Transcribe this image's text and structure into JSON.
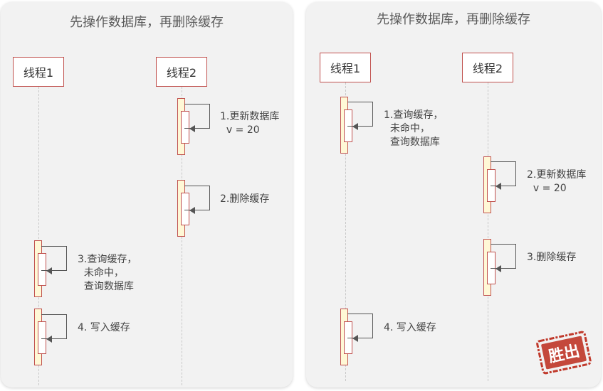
{
  "left": {
    "title": "先操作数据库，再删除缓存",
    "thread1": "线程1",
    "thread2": "线程2",
    "steps": [
      {
        "line1": "1.更新数据库",
        "line2": "  v = 20",
        "line3": ""
      },
      {
        "line1": "2.删除缓存",
        "line2": "",
        "line3": ""
      },
      {
        "line1": "3.查询缓存，",
        "line2": "  未命中，",
        "line3": "  查询数据库"
      },
      {
        "line1": "4. 写入缓存",
        "line2": "",
        "line3": ""
      }
    ]
  },
  "right": {
    "title": "先操作数据库，再删除缓存",
    "thread1": "线程1",
    "thread2": "线程2",
    "steps": [
      {
        "line1": "1.查询缓存，",
        "line2": "  未命中，",
        "line3": "  查询数据库"
      },
      {
        "line1": "2.更新数据库",
        "line2": "  v = 20",
        "line3": ""
      },
      {
        "line1": "3.删除缓存",
        "line2": "",
        "line3": ""
      },
      {
        "line1": "4. 写入缓存",
        "line2": "",
        "line3": ""
      }
    ]
  },
  "stamp": {
    "text": "胜出",
    "color": "#c0392b"
  }
}
